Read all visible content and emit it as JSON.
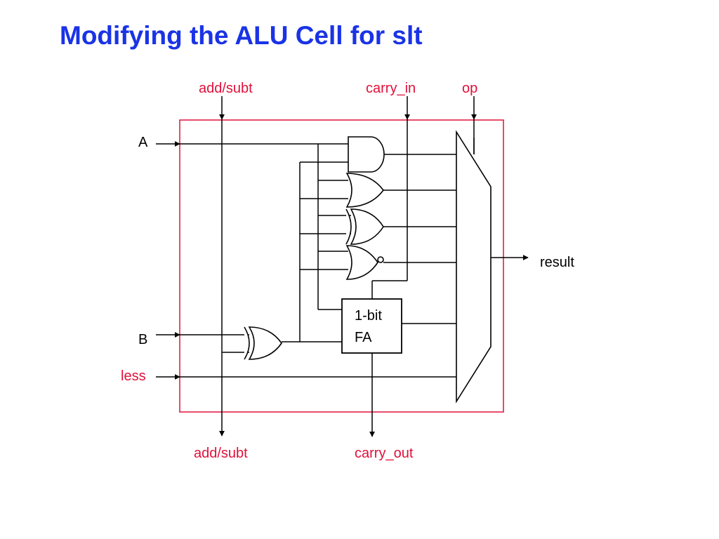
{
  "slide": {
    "title": "Modifying the ALU Cell for slt"
  },
  "diagram": {
    "labels": {
      "add_subt_in": "add/subt",
      "carry_in": "carry_in",
      "op": "op",
      "a": "A",
      "b": "B",
      "less": "less",
      "result": "result",
      "add_subt_out": "add/subt",
      "carry_out": "carry_out"
    },
    "full_adder": {
      "line1": "1-bit",
      "line2": "FA"
    },
    "colors": {
      "title": "#1a33e6",
      "signal_label": "#e0103a",
      "cell_border": "#e0103a"
    }
  }
}
